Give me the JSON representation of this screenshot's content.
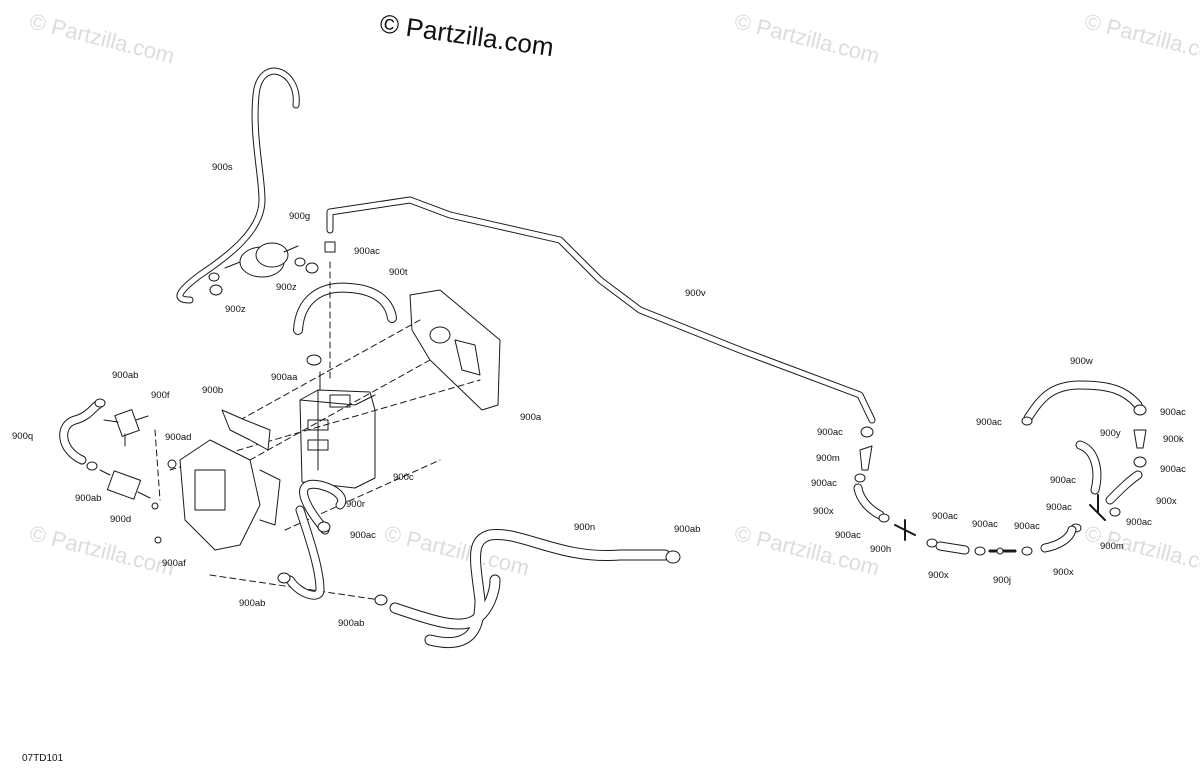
{
  "watermark": {
    "main": "© Partzilla.com",
    "ghost": "© Partzilla.com"
  },
  "diagram_code": "07TD101",
  "labels": {
    "900s": "900s",
    "900g": "900g",
    "900ac": "900ac",
    "900t": "900t",
    "900z": "900z",
    "900v": "900v",
    "900aa": "900aa",
    "900a": "900a",
    "900ab": "900ab",
    "900f": "900f",
    "900b": "900b",
    "900q": "900q",
    "900ad": "900ad",
    "900c": "900c",
    "900d": "900d",
    "900r": "900r",
    "900af": "900af",
    "900n": "900n",
    "900w": "900w",
    "900k": "900k",
    "900y": "900y",
    "900m": "900m",
    "900x": "900x",
    "900h": "900h",
    "900j": "900j"
  },
  "colors": {
    "line": "#1a1a1a",
    "hose_fill": "#ffffff",
    "watermark": "#dcdcdc"
  }
}
